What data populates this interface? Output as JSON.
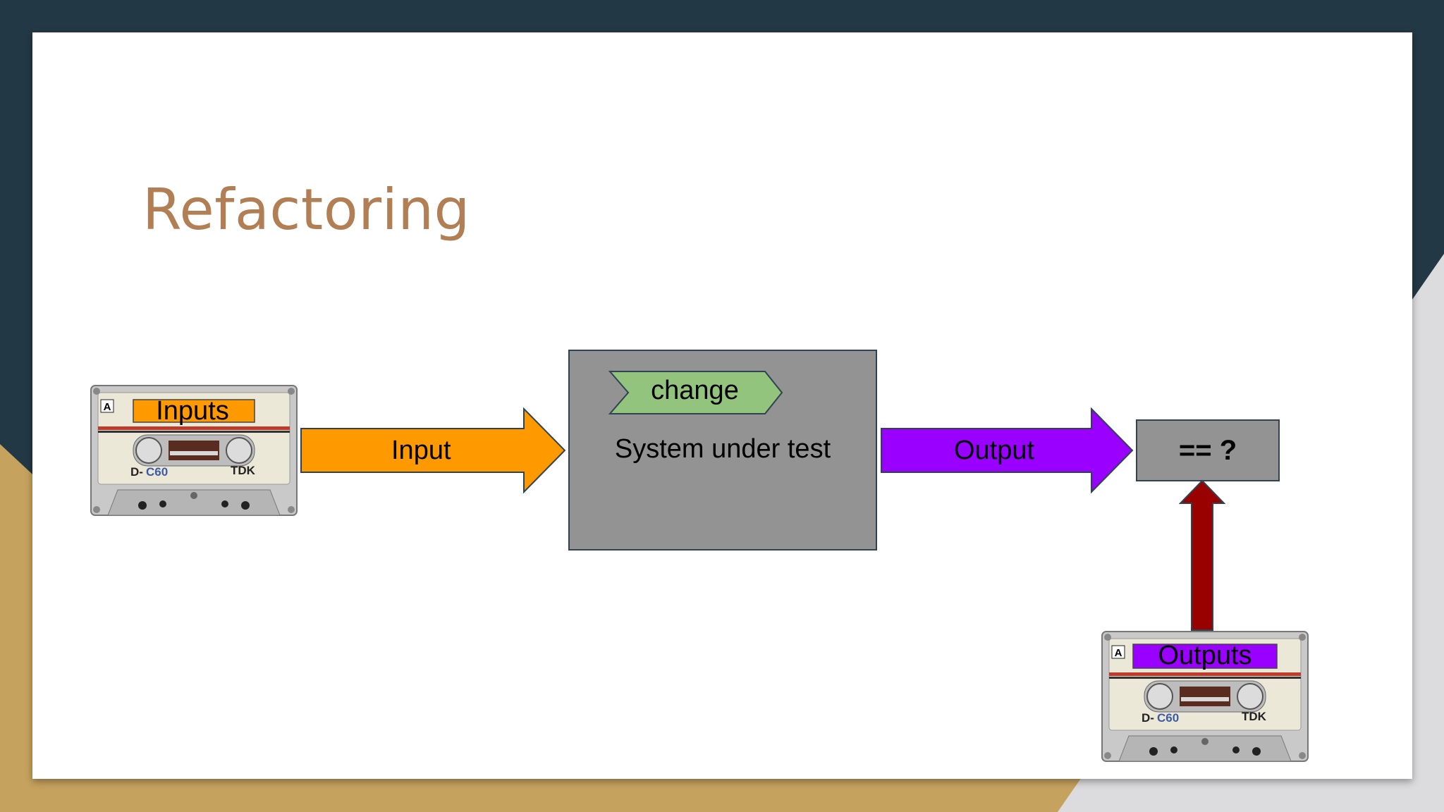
{
  "slide": {
    "title": "Refactoring"
  },
  "diagram": {
    "input_cassette": {
      "label": "Inputs",
      "label_color": "#ff9900"
    },
    "input_arrow": {
      "label": "Input",
      "color": "#ff9900"
    },
    "system": {
      "label": "System under test",
      "tag": "change",
      "tag_color": "#93c47d"
    },
    "output_arrow": {
      "label": "Output",
      "color": "#9900ff"
    },
    "compare": {
      "label": "== ?"
    },
    "output_cassette": {
      "label": "Outputs",
      "label_color": "#9900ff"
    },
    "return_arrow": {
      "color": "#990000"
    },
    "cassette_print": {
      "side": "A",
      "model_prefix": "D-",
      "model": "C60",
      "brand": "TDK"
    }
  }
}
